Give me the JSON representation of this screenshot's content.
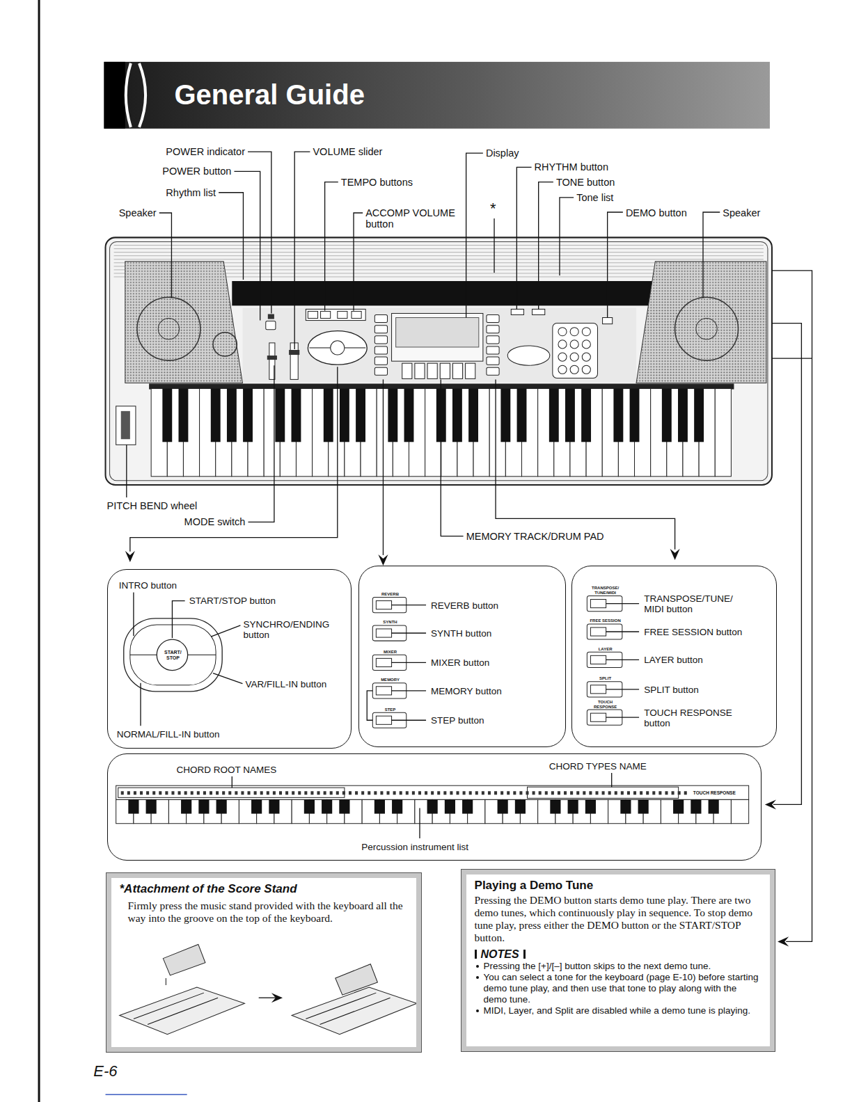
{
  "diagram": {
    "title": "General Guide",
    "nodes": [
      {
        "text": [
          "INTRO button",
          "START/STOP button",
          "SYNCHRO/ENDING button",
          "START/ STOP",
          "VAR/FILL-IN button",
          "NORMAL/FILL-IN button"
        ]
      },
      {
        "text": [
          "REVERB",
          "REVERB button",
          "SYNTH",
          "SYNTH button",
          "MIXER",
          "MIXER button",
          "MEMORY",
          "MEMORY button",
          "STEP",
          "STEP button"
        ]
      },
      {
        "text": [
          "TRANSPOSE/ TUNE/MIDI",
          "TRANSPOSE/TUNE/ MIDI button",
          "FREE SESSION",
          "FREE SESSION button",
          "LAYER",
          "LAYER button",
          "SPLIT",
          "SPLIT button",
          "TOUCH RESPONSE",
          "TOUCH RESPONSE button"
        ]
      },
      {
        "text": [
          "CHORD ROOT NAMES",
          "CHORD TYPES NAME",
          "TOUCH RESPONSE",
          "Percussion instrument list"
        ]
      },
      {
        "text": [
          "*Attachment of the Score Stand",
          "Firmly press the music stand provided with the keyboard all the way into the groove on the top of the keyboard."
        ]
      },
      {
        "text": [
          "Playing a Demo Tune",
          "Pressing the DEMO button starts demo tune play. There are two demo tunes, which continuously play in sequence. To stop demo tune play, press either the DEMO button or the START/STOP button.",
          "NOTES",
          "Pressing the [+]/[–] button skips to the next demo tune.",
          "You can select a tone for the keyboard (page E-10) before starting demo tune play, and then use that tone to play along with the demo tune.",
          "MIDI, Layer, and Split are disabled while a demo tune is playing."
        ]
      }
    ],
    "labels": [
      "POWER indicator",
      "VOLUME slider",
      "Display",
      "RHYTHM button",
      "POWER button",
      "TEMPO buttons",
      "TONE button",
      "Rhythm list",
      "Tone list",
      "Speaker",
      "ACCOMP VOLUME button",
      "*",
      "DEMO button",
      "Speaker",
      "PITCH BEND wheel",
      "MODE switch",
      "MEMORY TRACK/DRUM PAD",
      "E-6"
    ]
  }
}
